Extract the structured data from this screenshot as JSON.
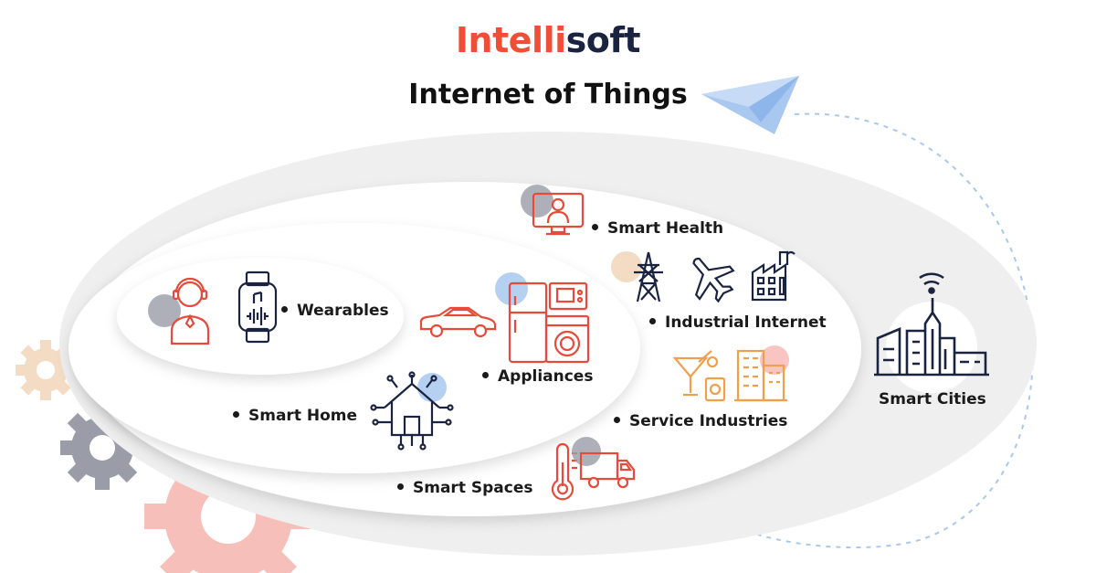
{
  "brand": {
    "part1": "Intelli",
    "part2": "soft"
  },
  "title": "Internet of Things",
  "labels": {
    "wearables": "Wearables",
    "smart_home": "Smart Home",
    "appliances": "Appliances",
    "smart_health": "Smart Health",
    "industrial_internet": "Industrial Internet",
    "service_industries": "Service Industries",
    "smart_spaces": "Smart Spaces",
    "smart_cities": "Smart Cities"
  },
  "colors": {
    "brand_red": "#f04e37",
    "navy": "#1a2340",
    "icon_orange": "#f0a04b",
    "ring_gray": "#efefef",
    "plane_blue": "#a9c8f0"
  },
  "icons": [
    "person-headset-icon",
    "smartwatch-icon",
    "car-icon",
    "appliances-icon",
    "smart-home-icon",
    "doctor-monitor-icon",
    "power-tower-icon",
    "airplane-icon",
    "factory-icon",
    "cocktail-icon",
    "office-building-icon",
    "thermometer-icon",
    "delivery-truck-icon",
    "city-wifi-icon",
    "paper-plane-icon",
    "gear-icon"
  ]
}
